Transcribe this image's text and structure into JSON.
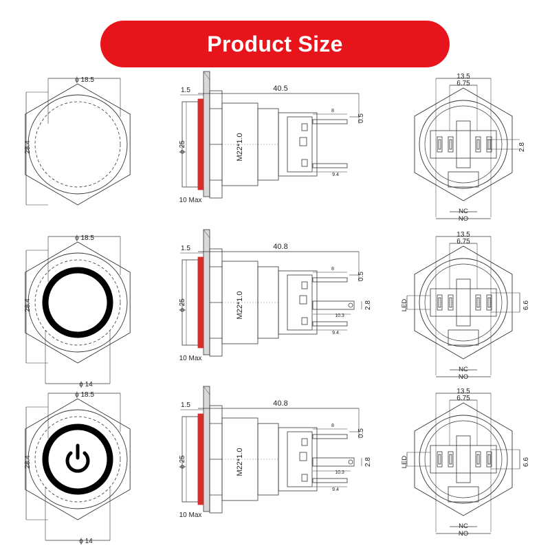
{
  "banner": {
    "title": "Product Size",
    "color": "#e8141c"
  },
  "colors": {
    "line": "#333333",
    "ring": "#000000",
    "gasket": "#d0312d",
    "panel": "#d9d9d9"
  },
  "rows": [
    {
      "front": {
        "outer_dia": "ϕ 18.5",
        "height": "28.4",
        "inner_dia": "",
        "symbol": "plain"
      },
      "side": {
        "flange": "1.5",
        "length": "40.5",
        "dia": "ϕ 25",
        "thread": "M22*1.0",
        "panel": "10 Max",
        "pin_gap": "0.5",
        "pin_len_top": "8",
        "pin_len_bottom": "9.4",
        "pin_mid": "",
        "pin_height": ""
      },
      "rear": {
        "width": "13.5",
        "half": "6.75",
        "pin_pitch": "2.8",
        "nc": "NC",
        "no": "NO",
        "led": "",
        "led_pitch": ""
      }
    },
    {
      "front": {
        "outer_dia": "ϕ 18.5",
        "height": "28.4",
        "inner_dia": "ϕ 14",
        "symbol": "ring"
      },
      "side": {
        "flange": "1.5",
        "length": "40.8",
        "dia": "ϕ 25",
        "thread": "M22*1.0",
        "panel": "10 Max",
        "pin_gap": "0.5",
        "pin_len_top": "8",
        "pin_len_bottom": "9.4",
        "pin_mid": "10.3",
        "pin_height": "2.8"
      },
      "rear": {
        "width": "13.5",
        "half": "6.75",
        "pin_pitch": "",
        "nc": "NC",
        "no": "NO",
        "led": "LED",
        "led_pitch": "6.6"
      }
    },
    {
      "front": {
        "outer_dia": "ϕ 18.5",
        "height": "28.4",
        "inner_dia": "ϕ 14",
        "symbol": "power"
      },
      "side": {
        "flange": "1.5",
        "length": "40.8",
        "dia": "ϕ 25",
        "thread": "M22*1.0",
        "panel": "10 Max",
        "pin_gap": "0.5",
        "pin_len_top": "8",
        "pin_len_bottom": "9.4",
        "pin_mid": "10.3",
        "pin_height": "2.8"
      },
      "rear": {
        "width": "13.5",
        "half": "6.75",
        "pin_pitch": "",
        "nc": "NC",
        "no": "NO",
        "led": "LED",
        "led_pitch": "6.6"
      }
    }
  ]
}
